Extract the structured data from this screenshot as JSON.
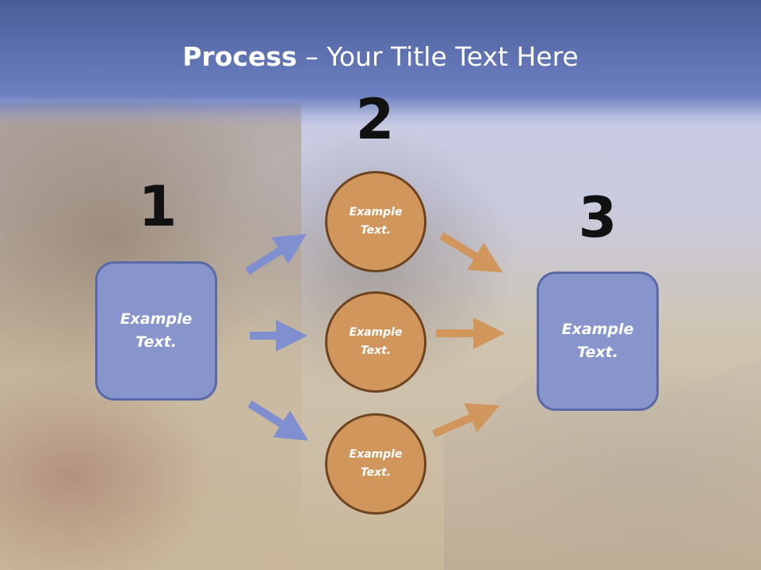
{
  "header": {
    "title_bold": "Process",
    "title_rest": " – Your Title Text Here"
  },
  "steps": {
    "one": "1",
    "two": "2",
    "three": "3"
  },
  "left_box": {
    "line1": "Example",
    "line2": "Text."
  },
  "right_box": {
    "line1": "Example",
    "line2": "Text."
  },
  "circles": [
    {
      "line1": "Example",
      "line2": "Text."
    },
    {
      "line1": "Example",
      "line2": "Text."
    },
    {
      "line1": "Example",
      "line2": "Text."
    }
  ],
  "colors": {
    "header_blue": "#5f72b2",
    "box_fill": "#8795cc",
    "box_border": "#5a6aa8",
    "circle_fill": "#d0965c",
    "circle_border": "#6e4420",
    "arrow_blue": "#7f8fcf",
    "arrow_orange": "#d0965c"
  }
}
